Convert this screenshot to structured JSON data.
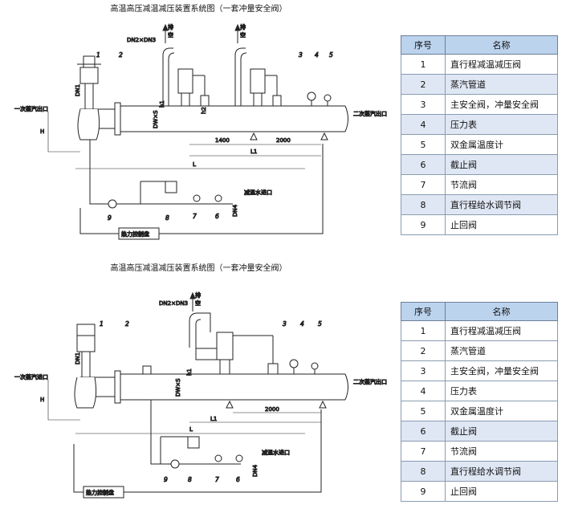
{
  "diagrams": [
    {
      "title": "高温高压减温减压装置系统图（一套冲量安全阀）",
      "labels": {
        "inlet": "一次蒸汽出口",
        "outlet": "二次蒸汽出口",
        "exhaust1": "排",
        "exhaust2": "空",
        "exhaust3": "排",
        "exhaust4": "空",
        "dn": "DN2×DN3",
        "dn1": "DN1",
        "h": "H",
        "h1": "h1",
        "h2": "h2",
        "dwxs": "DW×S",
        "l": "L",
        "l1": "L1",
        "d1400": "1400",
        "d2000": "2000",
        "water": "减温水进口",
        "dn4": "DN4",
        "control": "热力控制盘"
      },
      "callouts": [
        "1",
        "2",
        "3",
        "4",
        "5",
        "9",
        "8",
        "7",
        "6"
      ]
    },
    {
      "title": "高温高压减温减压装置系统图（一套冲量安全阀）",
      "labels": {
        "inlet": "一次蒸汽进口",
        "outlet": "二次蒸汽出口",
        "exhaust1": "排",
        "exhaust2": "空",
        "dn": "DN2×DN3",
        "dn1": "DN1",
        "h": "H",
        "h1": "h1",
        "dwxs": "DW×S",
        "l": "L",
        "l1": "L1",
        "d2000": "2000",
        "water": "减温水进口",
        "dn4": "DN4",
        "control": "热力控制盘"
      },
      "callouts": [
        "1",
        "2",
        "3",
        "4",
        "5",
        "9",
        "8",
        "7",
        "6"
      ]
    }
  ],
  "legend_tables": [
    {
      "headers": [
        "序号",
        "名称"
      ],
      "rows": [
        [
          "1",
          "直行程减温减压阀"
        ],
        [
          "2",
          "蒸汽管道"
        ],
        [
          "3",
          "主安全阀，冲量安全阀"
        ],
        [
          "4",
          "压力表"
        ],
        [
          "5",
          "双金属温度计"
        ],
        [
          "6",
          "截止阀"
        ],
        [
          "7",
          "节流阀"
        ],
        [
          "8",
          "直行程给水调节阀"
        ],
        [
          "9",
          "止回阀"
        ]
      ]
    },
    {
      "headers": [
        "序号",
        "名称"
      ],
      "rows": [
        [
          "1",
          "直行程减温减压阀"
        ],
        [
          "2",
          "蒸汽管道"
        ],
        [
          "3",
          "主安全阀，冲量安全阀"
        ],
        [
          "4",
          "压力表"
        ],
        [
          "5",
          "双金属温度计"
        ],
        [
          "6",
          "截止阀"
        ],
        [
          "7",
          "节流阀"
        ],
        [
          "8",
          "直行程给水调节阀"
        ],
        [
          "9",
          "止回阀"
        ]
      ]
    }
  ],
  "colors": {
    "header_bg": "#bcd3ee",
    "alt_row_bg": "#dfe7f4",
    "line": "#222222"
  }
}
